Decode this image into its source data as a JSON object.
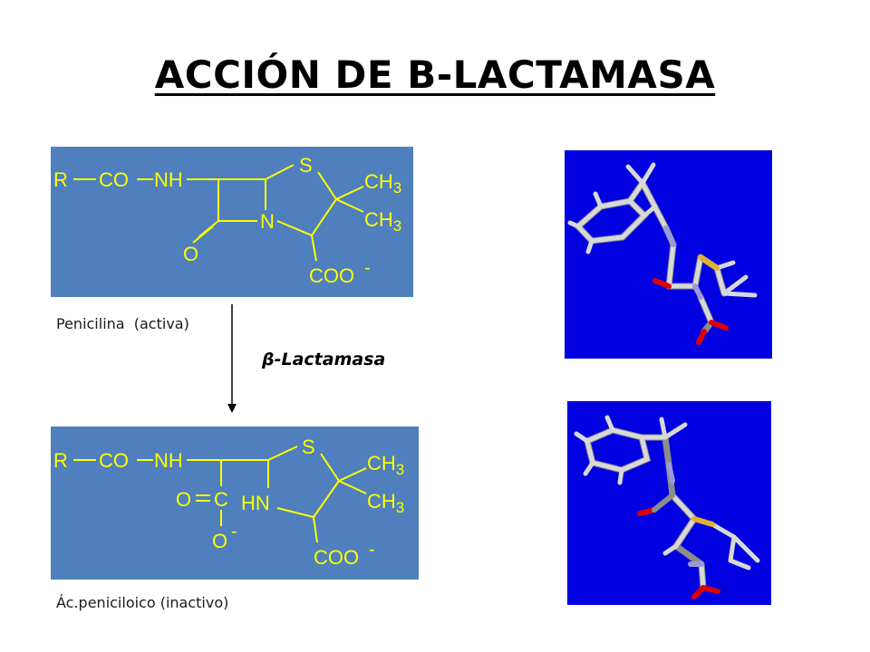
{
  "title": "ACCIÓN DE B-LACTAMASA",
  "penicillin": {
    "caption": "Penicilina  (activa)",
    "R": "R",
    "CO": "CO",
    "NH": "NH",
    "S": "S",
    "CH3_top": "CH",
    "CH3_bottom": "CH",
    "sub3": "3",
    "N": "N",
    "O": "O",
    "COO": "COO",
    "charge": "-"
  },
  "reaction": {
    "enzyme_symbol": "β",
    "enzyme_label": "-Lactamasa"
  },
  "penicilloic": {
    "caption": "Ác.peniciloico (inactivo)",
    "R": "R",
    "CO": "CO",
    "NH": "NH",
    "S": "S",
    "CH3_top": "CH",
    "CH3_bottom": "CH",
    "sub3": "3",
    "HN": "HN",
    "O_left": "O",
    "C": "C",
    "O_minus": "O",
    "COO": "COO",
    "charge": "-"
  },
  "colors": {
    "panel_bg": "#4f7fbd",
    "chem_text": "#ffff00",
    "model_bg": "#0000e0",
    "bond_gray": "#c8c8c8",
    "oxygen": "#e00000",
    "sulfur": "#e0b030",
    "nitrogen": "#9a9ad8"
  }
}
